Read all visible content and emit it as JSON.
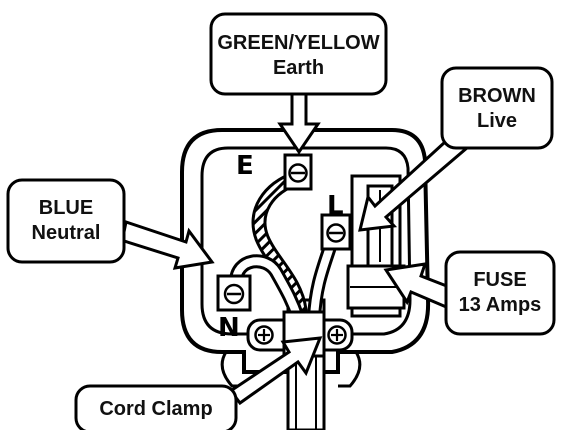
{
  "callouts": {
    "earth": {
      "line1": "GREEN/YELLOW",
      "line2": "Earth"
    },
    "live": {
      "line1": "BROWN",
      "line2": "Live"
    },
    "neutral": {
      "line1": "BLUE",
      "line2": "Neutral"
    },
    "fuse": {
      "line1": "FUSE",
      "line2": "13 Amps"
    },
    "cord_clamp": {
      "line1": "Cord Clamp"
    }
  },
  "terminal_letters": {
    "earth": "E",
    "live": "L",
    "neutral": "N"
  },
  "colors": {
    "ink": "#000000",
    "background": "#ffffff"
  }
}
